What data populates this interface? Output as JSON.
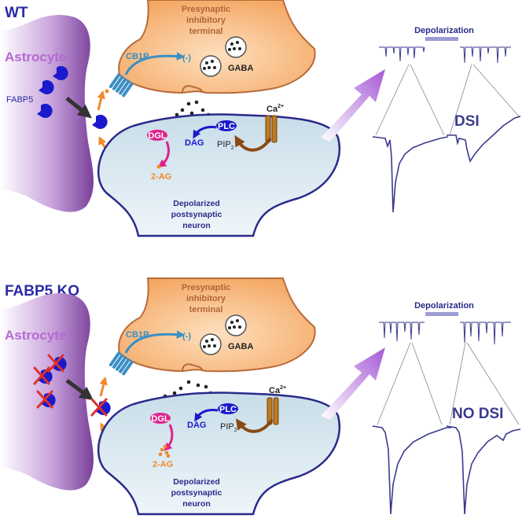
{
  "panels": [
    {
      "title": "WT",
      "astrocyte_label": "Astrocyte",
      "fabp5_label": "FABP5",
      "cb1r_label": "CB1R",
      "inhibit_label": "(-)",
      "gaba_label": "GABA",
      "presynaptic_label": [
        "Presynaptic",
        "inhibitory",
        "terminal"
      ],
      "postsynaptic_label": [
        "Depolarized",
        "postsynaptic",
        "neuron"
      ],
      "dgl_label": "DGL",
      "dag_label": "DAG",
      "plc_label": "PLC",
      "pip2_label": "PIP",
      "pip2_sub": "2",
      "ag_label": "2-AG",
      "ca_label": "Ca",
      "ca_sup": "2+",
      "depolarization_label": "Depolarization",
      "result_label": "DSI",
      "fabp5_knocked_out": false
    },
    {
      "title": "FABP5 KO",
      "astrocyte_label": "Astrocyte",
      "fabp5_label": "",
      "cb1r_label": "CB1R",
      "inhibit_label": "(-)",
      "gaba_label": "GABA",
      "presynaptic_label": [
        "Presynaptic",
        "inhibitory",
        "terminal"
      ],
      "postsynaptic_label": [
        "Depolarized",
        "postsynaptic",
        "neuron"
      ],
      "dgl_label": "DGL",
      "dag_label": "DAG",
      "plc_label": "PLC",
      "pip2_label": "PIP",
      "pip2_sub": "2",
      "ag_label": "2-AG",
      "ca_label": "Ca",
      "ca_sup": "2+",
      "depolarization_label": "Depolarization",
      "result_label": "NO DSI",
      "fabp5_knocked_out": true
    }
  ],
  "colors": {
    "title": "#2a2aa8",
    "astrocyte_fill": "#7a3f9a",
    "presynaptic_fill": "#f7b579",
    "postsynaptic_fill": "#d5e6ef",
    "neuron_outline": "#2a2a8a",
    "cb1r": "#3a8fc4",
    "fabp5": "#1a1acc",
    "dgl": "#e0218a",
    "plc": "#1a1acc",
    "ca_channel": "#a0661c",
    "ag_arrow": "#f28a2b",
    "knockout_x": "#e0302a",
    "trace": "#3a3a8f",
    "depolarization_bar": "#9d9dd6"
  }
}
